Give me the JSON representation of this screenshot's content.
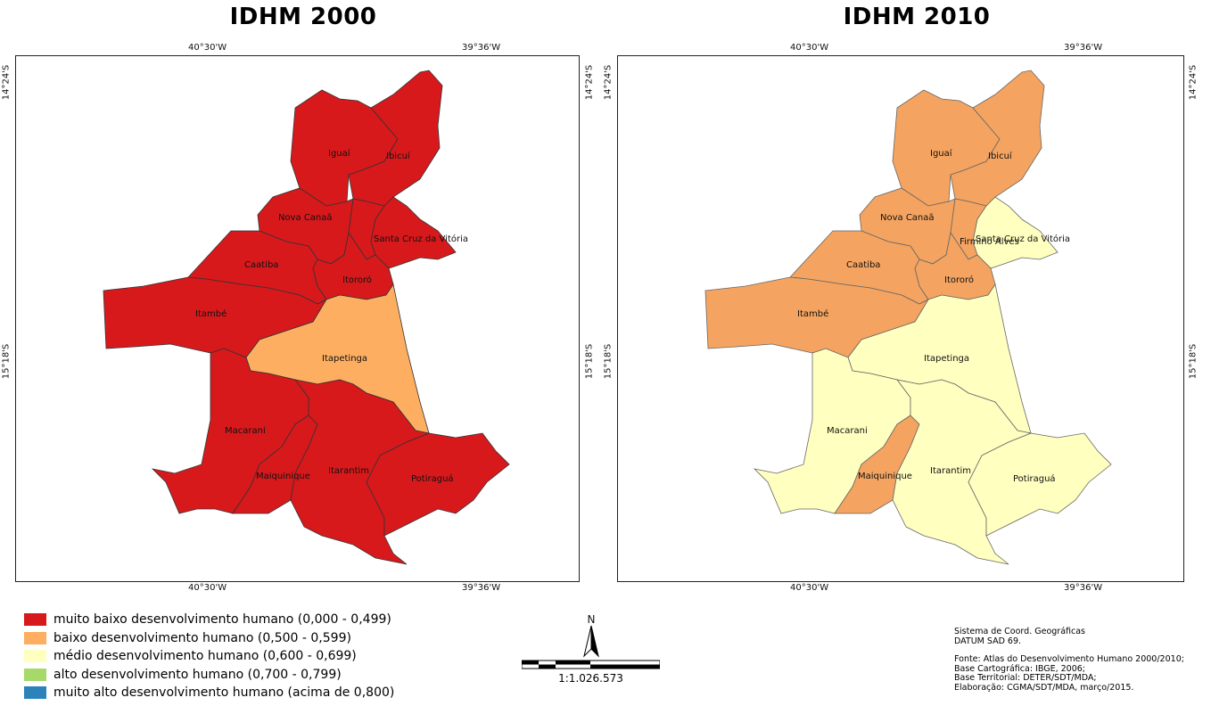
{
  "maps": [
    {
      "title": "IDHM 2000",
      "coords": {
        "top_left": "40°30'W",
        "top_right": "39°36'W",
        "left_top": "14°24'S",
        "left_mid": "15°18'S"
      },
      "colors": {
        "iguai": "#d7191c",
        "ibicui": "#d7191c",
        "nova_canaa": "#d7191c",
        "firmino_alves": "#d7191c",
        "santa_cruz": "#d7191c",
        "caatiba": "#d7191c",
        "itororo": "#d7191c",
        "itambe": "#d7191c",
        "itapetinga": "#fdae61",
        "macarani": "#d7191c",
        "maiquinique": "#d7191c",
        "itarantim": "#d7191c",
        "potiragua": "#d7191c"
      },
      "labels": {
        "iguai": "Iguaí",
        "ibicui": "Ibicuí",
        "nova_canaa": "Nova Canaã",
        "firmino_alves": "",
        "santa_cruz": "Santa Cruz da Vitória",
        "caatiba": "Caatiba",
        "itororo": "Itororó",
        "itambe": "Itambé",
        "itapetinga": "Itapetinga",
        "macarani": "Macarani",
        "maiquinique": "Maiquinique",
        "itarantim": "Itarantim",
        "potiragua": "Potiraguá"
      }
    },
    {
      "title": "IDHM 2010",
      "coords": {
        "top_left": "40°30'W",
        "top_right": "39°36'W",
        "left_top": "14°24'S",
        "left_mid": "15°18'S"
      },
      "colors": {
        "iguai": "#f4a460",
        "ibicui": "#f4a460",
        "nova_canaa": "#f4a460",
        "firmino_alves": "#f4a460",
        "santa_cruz": "#ffffc0",
        "caatiba": "#f4a460",
        "itororo": "#f4a460",
        "itambe": "#f4a460",
        "itapetinga": "#ffffc0",
        "macarani": "#ffffc0",
        "maiquinique": "#f4a460",
        "itarantim": "#ffffc0",
        "potiragua": "#ffffc0"
      },
      "labels": {
        "iguai": "Iguaí",
        "ibicui": "Ibicuí",
        "nova_canaa": "Nova Canaã",
        "firmino_alves": "Firmino Alves",
        "santa_cruz": "Santa Cruz da Vitória",
        "caatiba": "Caatiba",
        "itororo": "Itororó",
        "itambe": "Itambé",
        "itapetinga": "Itapetinga",
        "macarani": "Macarani",
        "maiquinique": "Maiquinique",
        "itarantim": "Itarantim",
        "potiragua": "Potiraguá"
      }
    }
  ],
  "legend": [
    {
      "label": "muito baixo desenvolvimento humano (0,000 - 0,499)",
      "color": "#d7191c"
    },
    {
      "label": "baixo desenvolvimento humano (0,500 - 0,599)",
      "color": "#fdae61"
    },
    {
      "label": "médio desenvolvimento humano (0,600 - 0,699)",
      "color": "#ffffc0"
    },
    {
      "label": "alto desenvolvimento humano (0,700 - 0,799)",
      "color": "#a6d96a"
    },
    {
      "label": "muito alto desenvolvimento humano (acima de 0,800)",
      "color": "#2b83ba"
    }
  ],
  "north": "N",
  "scale": "1:1.026.573",
  "info": {
    "line1": "Sistema de Coord. Geográficas",
    "line2": "DATUM SAD 69.",
    "line3": "Fonte: Atlas do Desenvolvimento Humano 2000/2010;",
    "line4": "Base Cartográfica: IBGE, 2006;",
    "line5": "Base Territorial: DETER/SDT/MDA;",
    "line6": "Elaboração: CGMA/SDT/MDA, março/2015."
  }
}
